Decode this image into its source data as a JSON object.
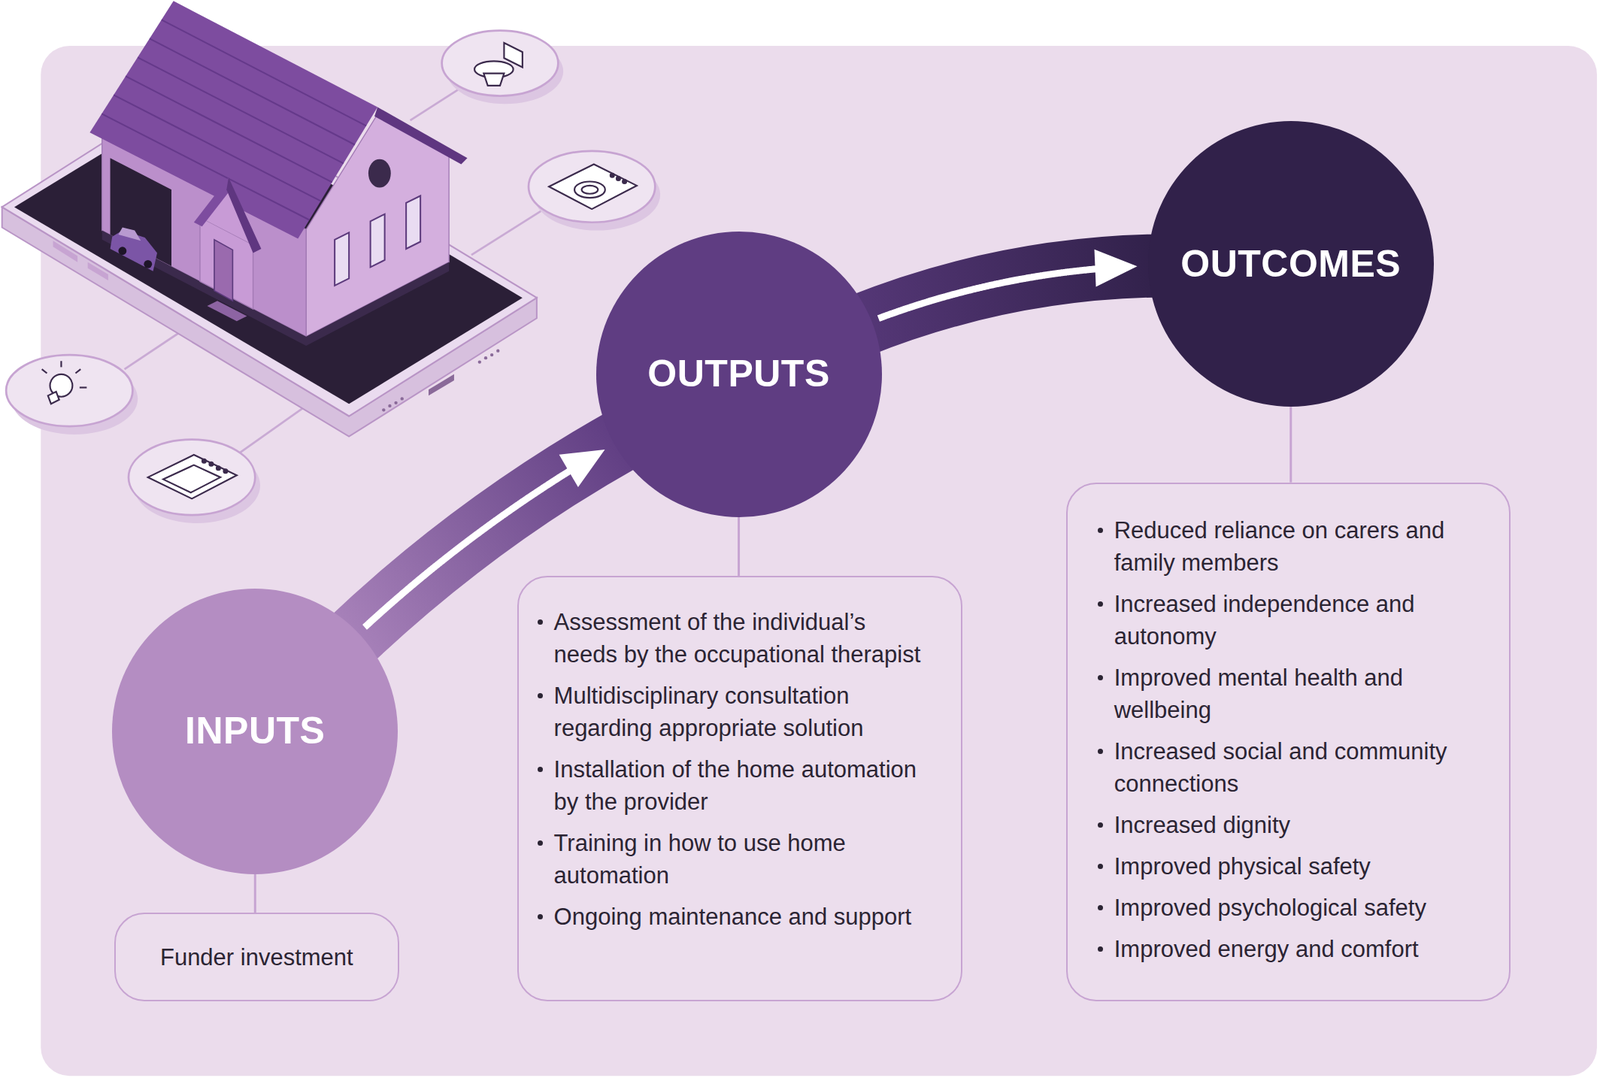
{
  "diagram": {
    "nodes": [
      {
        "text": [
          "INPUTS"
        ]
      },
      {
        "text": [
          "Funder investment"
        ]
      },
      {
        "text": [
          "OUTPUTS"
        ]
      },
      {
        "text": [
          "Assessment of the individual’s needs by the occupational therapist",
          "Multidisciplinary consultation regarding appropriate solution",
          "Installation of the home automation by the provider",
          "Training in how to use home automation",
          "Ongoing maintenance and support"
        ]
      },
      {
        "text": [
          "OUTCOMES"
        ]
      },
      {
        "text": [
          "Reduced reliance on carers and family members",
          "Increased independence and autonomy",
          "Improved mental health and wellbeing",
          "Increased social and community connections",
          "Increased dignity",
          "Improved physical safety",
          "Improved psychological safety",
          "Improved energy and comfort"
        ]
      }
    ],
    "edges": [
      {
        "from": 0,
        "to": 2,
        "arrow": "to"
      },
      {
        "from": 2,
        "to": 4,
        "arrow": "to"
      },
      {
        "from": 0,
        "to": 1,
        "arrow": "none"
      },
      {
        "from": 2,
        "to": 3,
        "arrow": "none"
      },
      {
        "from": 4,
        "to": 5,
        "arrow": "none"
      }
    ]
  }
}
